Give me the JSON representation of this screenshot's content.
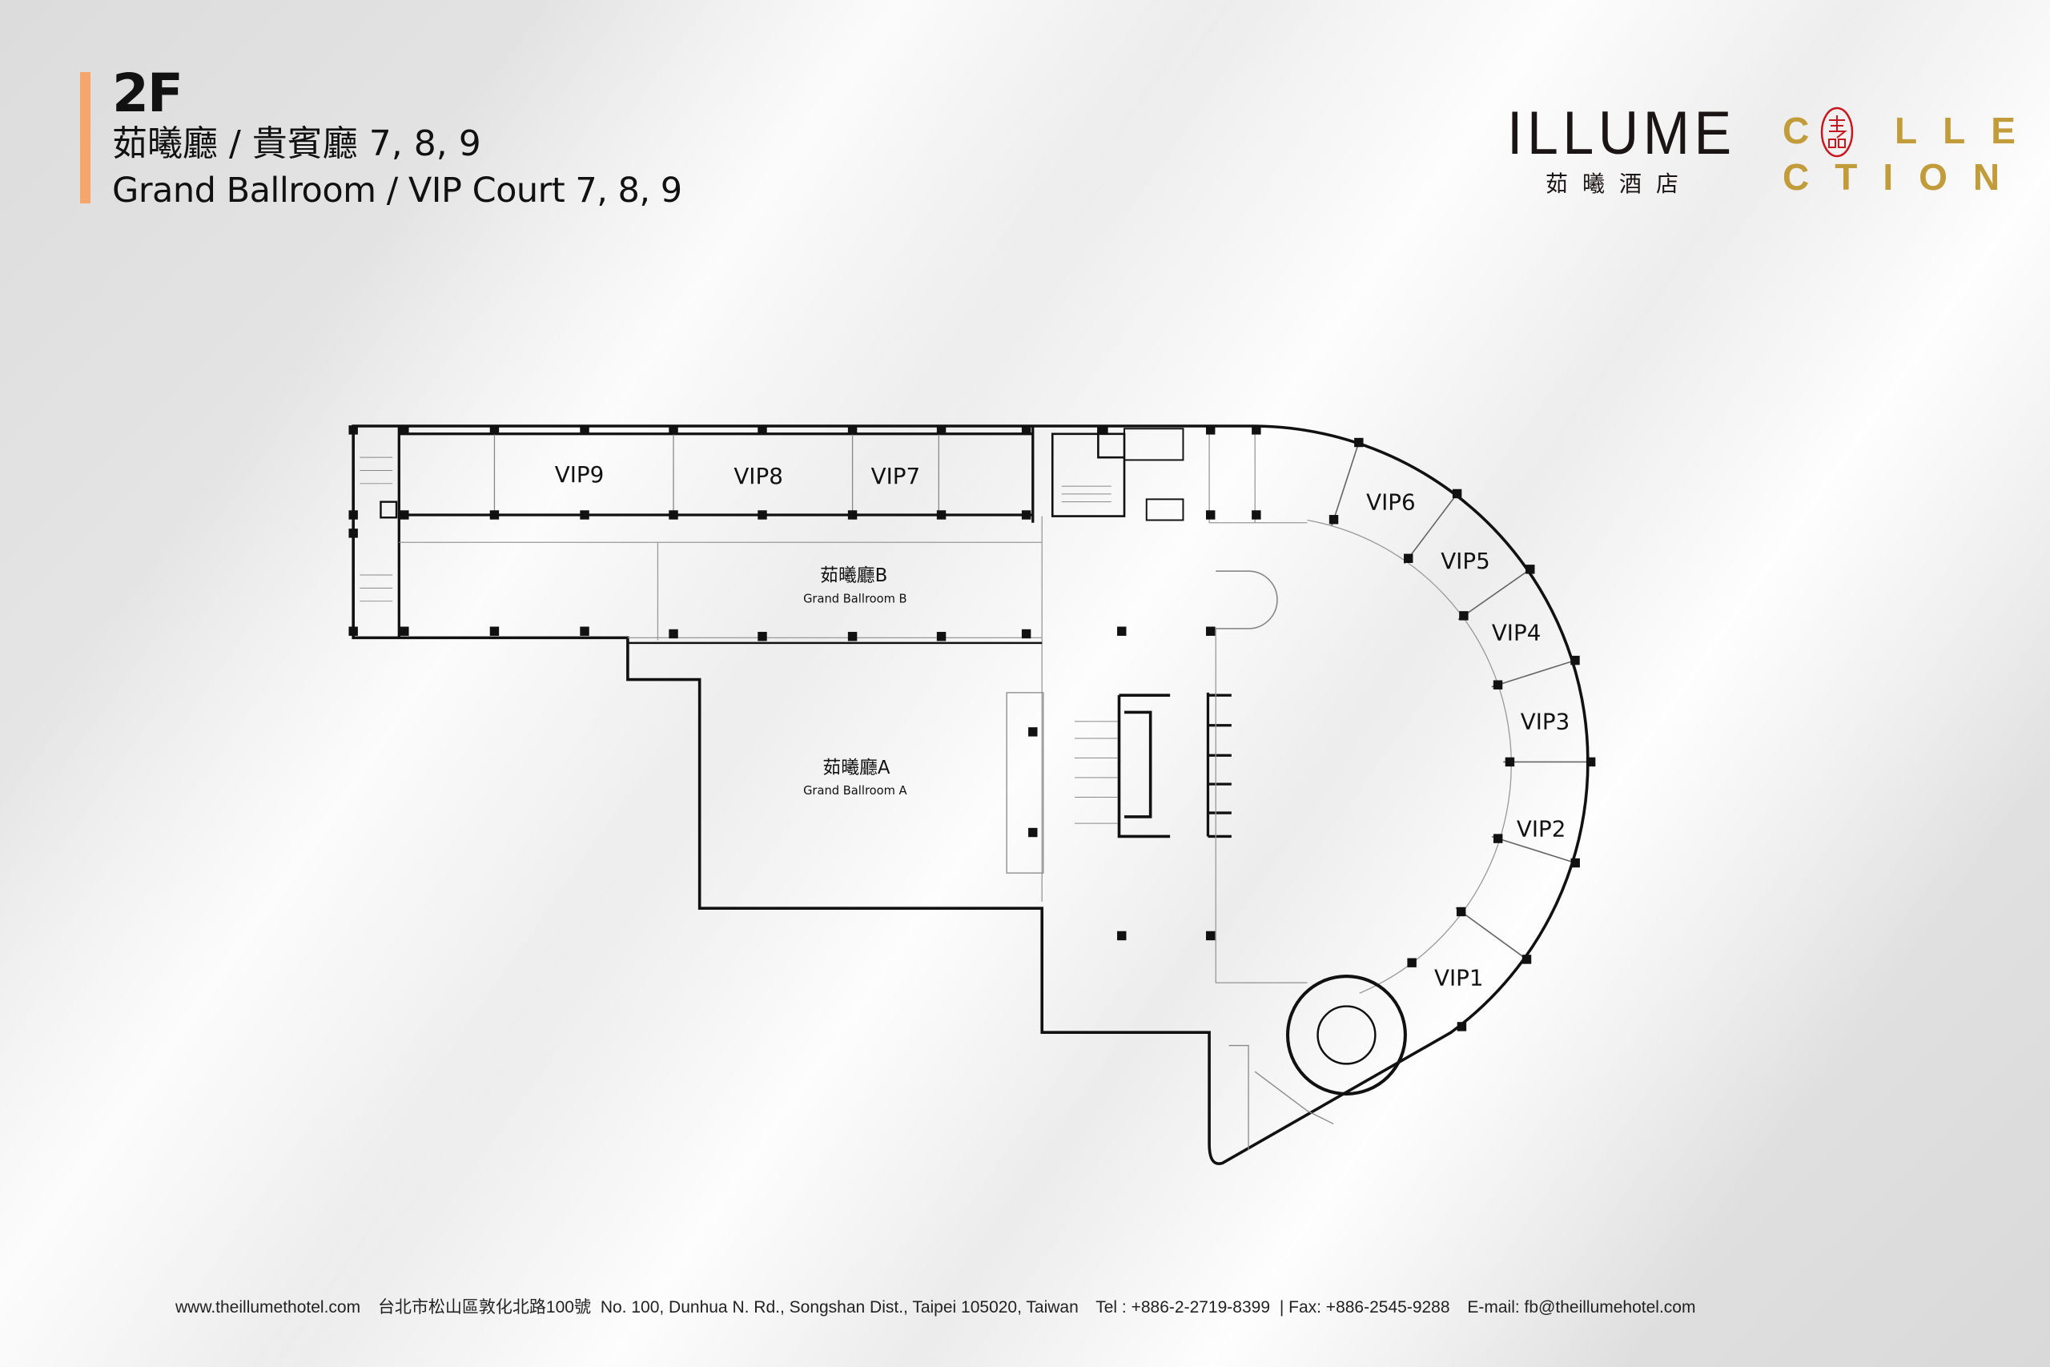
{
  "header": {
    "floor": "2F",
    "title_zh": "茹曦廳 / 貴賓廳 7, 8, 9",
    "title_en": "Grand Ballroom / VIP Court 7, 8, 9",
    "accent_color": "#f5a66a"
  },
  "logo": {
    "brand": "ILLUME",
    "brand_zh": "茹曦酒店",
    "collection_line1": "C LLE",
    "collection_line2": "CTION",
    "collection_color": "#c29b3a",
    "seal_color": "#c8171e"
  },
  "floorplan": {
    "rooms": {
      "vip9": "VIP9",
      "vip8": "VIP8",
      "vip7": "VIP7",
      "vip6": "VIP6",
      "vip5": "VIP5",
      "vip4": "VIP4",
      "vip3": "VIP3",
      "vip2": "VIP2",
      "vip1": "VIP1",
      "ballroom_b_zh": "茹曦廳B",
      "ballroom_b_en": "Grand Ballroom B",
      "ballroom_a_zh": "茹曦廳A",
      "ballroom_a_en": "Grand Ballroom A"
    }
  },
  "footer": {
    "website": "www.theillumethotel.com",
    "address_zh": "台北市松山區敦化北路100號",
    "address_en": "No. 100, Dunhua N. Rd., Songshan Dist., Taipei 105020, Taiwan",
    "tel": "Tel : +886-2-2719-8399",
    "fax": "| Fax: +886-2545-9288",
    "email": "E-mail: fb@theillumehotel.com"
  }
}
